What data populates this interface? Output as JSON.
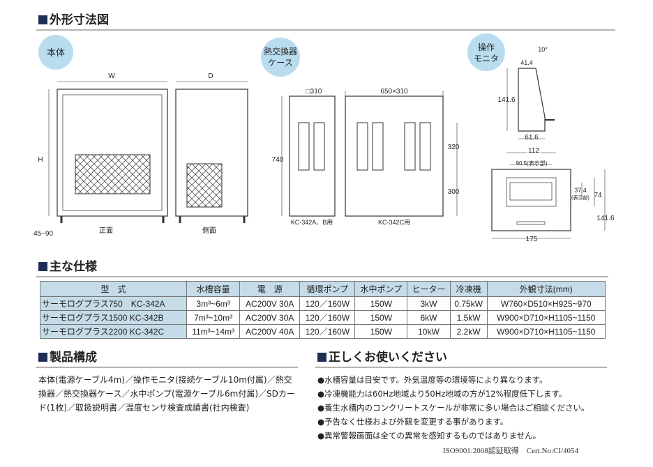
{
  "sections": {
    "dims": "外形寸法図",
    "specs": "主な仕様",
    "components": "製品構成",
    "usage": "正しくお使いください"
  },
  "diagrams": {
    "body": {
      "bubble": "本体",
      "w": "W",
      "d": "D",
      "h": "H",
      "leg": "45~90",
      "front": "正面",
      "side": "側面"
    },
    "hx": {
      "bubble1": "熱交換器",
      "bubble2": "ケース",
      "sq": "□310",
      "size": "650×310",
      "h": "740",
      "top": "320",
      "bottom": "300",
      "labelAB": "KC-342A、B用",
      "labelC": "KC-342C用"
    },
    "monitor": {
      "bubble1": "操作",
      "bubble2": "モニタ",
      "top": "41.4",
      "angle": "10°",
      "h": "141.6",
      "depth": "61.6",
      "w_inner": "112",
      "disp_w": "90.5(表示部)",
      "disp_h": "37.4",
      "disp_h_note": "(表示部)",
      "inner_h": "74",
      "total_h": "141.6",
      "total_w": "175"
    }
  },
  "table": {
    "headers": [
      "型　式",
      "水槽容量",
      "電　源",
      "循環ポンプ",
      "水中ポンプ",
      "ヒーター",
      "冷凍機",
      "外観寸法(mm)"
    ],
    "rows": [
      [
        "サーモログプラス750　KC-342A",
        "3m³~6m³",
        "AC200V 30A",
        "120／160W",
        "150W",
        "3kW",
        "0.75kW",
        "W760×D510×H925~970"
      ],
      [
        "サーモログプラス1500 KC-342B",
        "7m³~10m³",
        "AC200V 30A",
        "120／160W",
        "150W",
        "6kW",
        "1.5kW",
        "W900×D710×H1105~1150"
      ],
      [
        "サーモログプラス2200 KC-342C",
        "11m³~14m³",
        "AC200V 40A",
        "120／160W",
        "150W",
        "10kW",
        "2.2kW",
        "W900×D710×H1105~1150"
      ]
    ]
  },
  "components_text": "本体(電源ケーブル4m)／操作モニタ(接続ケーブル10m付属)／熱交換器／熱交換器ケース／水中ポンプ(電源ケーブル6m付属)／SDカード(1枚)／取扱説明書／温度センサ検査成績書(社内検査)",
  "notes": [
    "●水槽容量は目安です。外気温度等の環境等により異なります。",
    "●冷凍機能力は60Hz地域より50Hz地域の方が12%程度低下します。",
    "●養生水槽内のコンクリートスケールが非常に多い場合はご相談ください。",
    "●予告なく仕様および外観を変更する事があります。",
    "●異常警報画面は全ての異常を感知するものではありません。"
  ],
  "footer": "ISO9001:2008認証取得　Cert.No:CI/4054"
}
